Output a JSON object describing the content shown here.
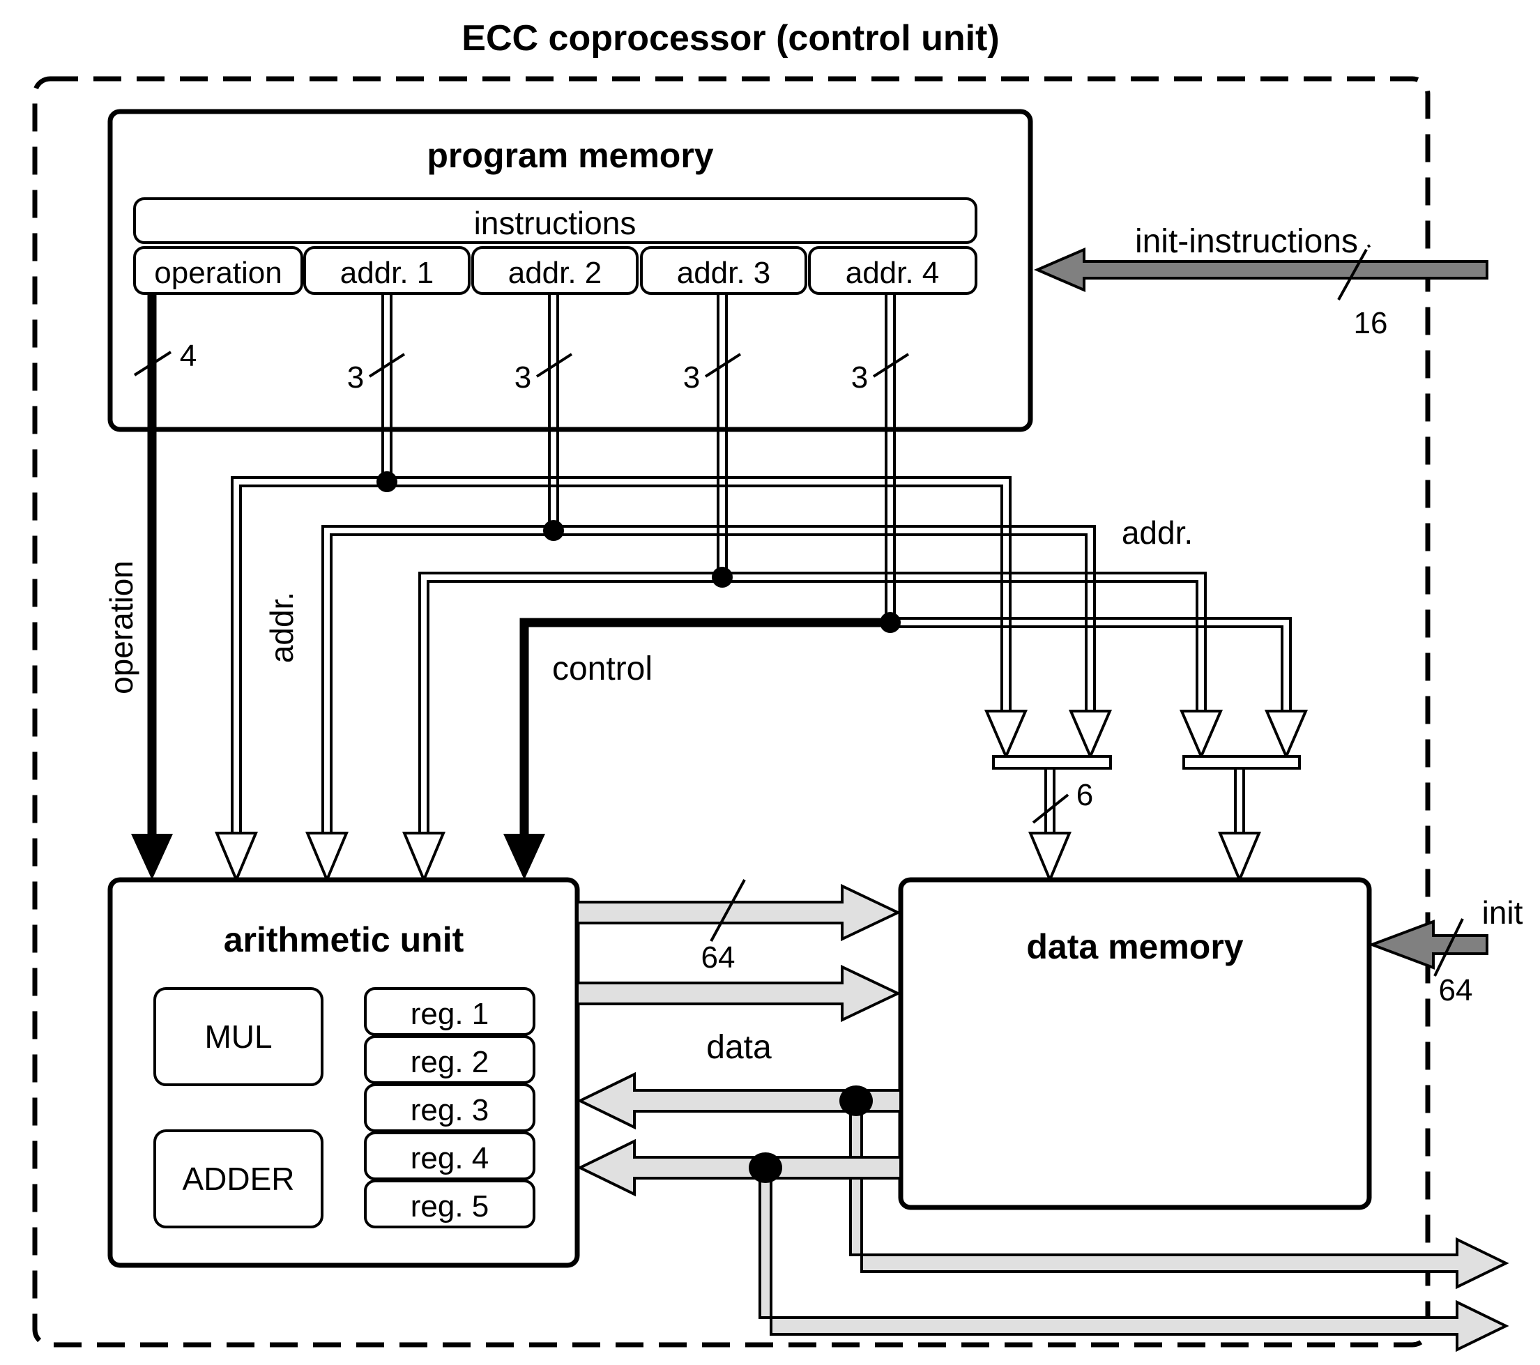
{
  "title": "ECC coprocessor (control unit)",
  "program_memory": {
    "title": "program memory",
    "instructions_label": "instructions",
    "fields": [
      "operation",
      "addr. 1",
      "addr. 2",
      "addr. 3",
      "addr. 4"
    ],
    "operation_width": "4",
    "addr_widths": [
      "3",
      "3",
      "3",
      "3"
    ]
  },
  "init_instructions": {
    "label": "init-instructions",
    "width": "16"
  },
  "labels": {
    "operation": "operation",
    "addr_left": "addr.",
    "addr_right": "addr.",
    "control": "control",
    "mux_width": "6",
    "bus_width": "64",
    "data": "data"
  },
  "arithmetic_unit": {
    "title": "arithmetic unit",
    "mul": "MUL",
    "adder": "ADDER",
    "registers": [
      "reg. 1",
      "reg. 2",
      "reg. 3",
      "reg. 4",
      "reg. 5"
    ]
  },
  "data_memory": {
    "title": "data memory"
  },
  "init": {
    "label": "init",
    "width": "64"
  },
  "colors": {
    "stroke": "#000000",
    "gray_arrow": "#808080",
    "light_bus": "#e0e0e0",
    "background": "#ffffff"
  }
}
